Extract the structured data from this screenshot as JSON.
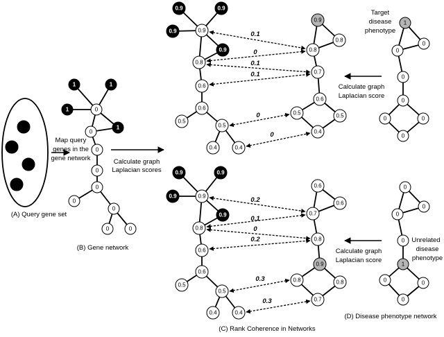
{
  "panels": {
    "a_label": "(A) Query gene set",
    "b_label": "(B) Gene network",
    "c_label": "(C) Rank Coherence in Networks",
    "d_label": "(D) Disease phenotype network"
  },
  "steps": {
    "map_line1": "Map query",
    "map_line2": "genes in the",
    "map_line3": "gene network",
    "lap_line1": "Calculate graph",
    "lap_line2": "Laplacian scores",
    "calc_top_line1": "Calculate graph",
    "calc_top_line2": "Laplacian score",
    "calc_bot_line1": "Calculate graph",
    "calc_bot_line2": "Laplacian score"
  },
  "phenotypes": {
    "target_line1": "Target",
    "target_line2": "disease",
    "target_line3": "phenotype",
    "unrelated_line1": "Unrelated",
    "unrelated_line2": "disease",
    "unrelated_line3": "phenotype"
  },
  "node_values": {
    "one": "1",
    "zero": "0",
    "v09": "0.9",
    "v08": "0.8",
    "v07": "0.7",
    "v06": "0.6",
    "v05": "0.5",
    "v04": "0.4"
  },
  "scores_top": [
    "0.1",
    "0",
    "0.1",
    "0.1",
    "0",
    "0"
  ],
  "scores_bottom": [
    "0.2",
    "0.1",
    "0",
    "0.2",
    "0.3",
    "0.3"
  ],
  "colors": {
    "query_gene": "#000000",
    "disease_node": "#b5b5b5",
    "node_fill": "#ffffff"
  }
}
